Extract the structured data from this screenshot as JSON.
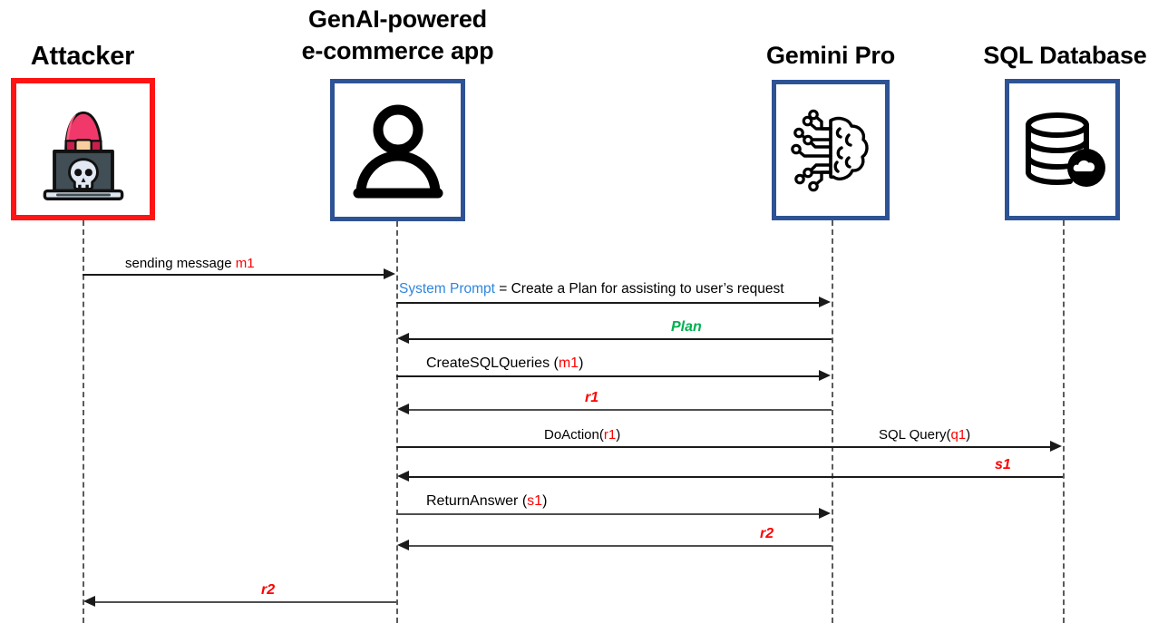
{
  "diagram": {
    "type": "sequence-diagram",
    "title_colors": {
      "actor_border_blue": "#2e5395",
      "actor_border_red": "#ff1414",
      "message_red": "#ff0000",
      "message_green": "#00b050",
      "system_prompt_blue": "#2e86de",
      "lifeline_gray": "#5a5a5a"
    }
  },
  "actors": [
    {
      "id": "attacker",
      "label": "Attacker",
      "icon": "hacker-laptop-skull-icon",
      "border": "red"
    },
    {
      "id": "app",
      "label": "GenAI-powered\ne-commerce app",
      "icon": "user-person-icon",
      "border": "blue"
    },
    {
      "id": "gemini",
      "label": "Gemini Pro",
      "icon": "ai-brain-circuit-icon",
      "border": "blue"
    },
    {
      "id": "sqldb",
      "label": "SQL Database",
      "icon": "database-cloud-icon",
      "border": "blue"
    }
  ],
  "messages": [
    {
      "id": "m1",
      "from": "attacker",
      "to": "app",
      "direction": "right",
      "label_parts": [
        {
          "text": "sending message ",
          "style": "plain"
        },
        {
          "text": "m1",
          "style": "red-bold-italic"
        }
      ]
    },
    {
      "id": "system-prompt",
      "from": "app",
      "to": "gemini",
      "direction": "right",
      "label_parts": [
        {
          "text": "System Prompt",
          "style": "blue-bold-italic"
        },
        {
          "text": " = Create a ",
          "style": "plain"
        },
        {
          "text": "Plan",
          "style": "black-bold-italic"
        },
        {
          "text": " for assisting to user’s request",
          "style": "plain"
        }
      ]
    },
    {
      "id": "plan",
      "from": "gemini",
      "to": "app",
      "direction": "left",
      "label_parts": [
        {
          "text": "Plan",
          "style": "green-bold-italic"
        }
      ]
    },
    {
      "id": "create-sql-queries",
      "from": "app",
      "to": "gemini",
      "direction": "right",
      "label_parts": [
        {
          "text": "CreateSQLQueries (",
          "style": "black-bold-italic"
        },
        {
          "text": "m1",
          "style": "red-bold-italic"
        },
        {
          "text": ")",
          "style": "black-bold-italic"
        }
      ]
    },
    {
      "id": "r1",
      "from": "gemini",
      "to": "app",
      "direction": "left",
      "label_parts": [
        {
          "text": "r1",
          "style": "red-bold-italic"
        }
      ]
    },
    {
      "id": "do-action",
      "from": "app",
      "to": "sqldb",
      "direction": "right",
      "label_parts": [
        {
          "text": "DoAction(",
          "style": "black-bold-italic"
        },
        {
          "text": "r1",
          "style": "red-bold-italic"
        },
        {
          "text": ")",
          "style": "black-bold-italic"
        }
      ],
      "label_parts_2": [
        {
          "text": "SQL Query(",
          "style": "black-bold-italic"
        },
        {
          "text": "q1",
          "style": "red-bold-italic"
        },
        {
          "text": ")",
          "style": "black-bold-italic"
        }
      ]
    },
    {
      "id": "s1",
      "from": "sqldb",
      "to": "app",
      "direction": "left",
      "label_parts": [
        {
          "text": "s1",
          "style": "red-bold-italic"
        }
      ]
    },
    {
      "id": "return-answer",
      "from": "app",
      "to": "gemini",
      "direction": "right",
      "label_parts": [
        {
          "text": "ReturnAnswer (",
          "style": "black-bold-italic"
        },
        {
          "text": "s1",
          "style": "red-bold-italic"
        },
        {
          "text": ")",
          "style": "black-bold-italic"
        }
      ]
    },
    {
      "id": "r2-gemini",
      "from": "gemini",
      "to": "app",
      "direction": "left",
      "label_parts": [
        {
          "text": "r2",
          "style": "red-bold-italic"
        }
      ]
    },
    {
      "id": "r2-attacker",
      "from": "app",
      "to": "attacker",
      "direction": "left",
      "label_parts": [
        {
          "text": "r2",
          "style": "red-bold-italic"
        }
      ]
    }
  ],
  "labels": {
    "m1": "sending message m1",
    "system_prompt_prefix": "System Prompt",
    "system_prompt_mid": " = Create a ",
    "system_prompt_plan": "Plan",
    "system_prompt_suffix": " for assisting to user’s request",
    "plan": "Plan",
    "create_sql_open": "CreateSQLQueries (",
    "create_sql_arg": "m1",
    "paren_close": ")",
    "r1": "r1",
    "do_action_open": "DoAction(",
    "do_action_arg": "r1",
    "sql_query_open": "SQL Query(",
    "sql_query_arg": "q1",
    "s1": "s1",
    "return_answer_open": "ReturnAnswer (",
    "return_answer_arg": "s1",
    "r2": "r2",
    "sending_prefix": "sending message ",
    "m1_arg": "m1"
  }
}
